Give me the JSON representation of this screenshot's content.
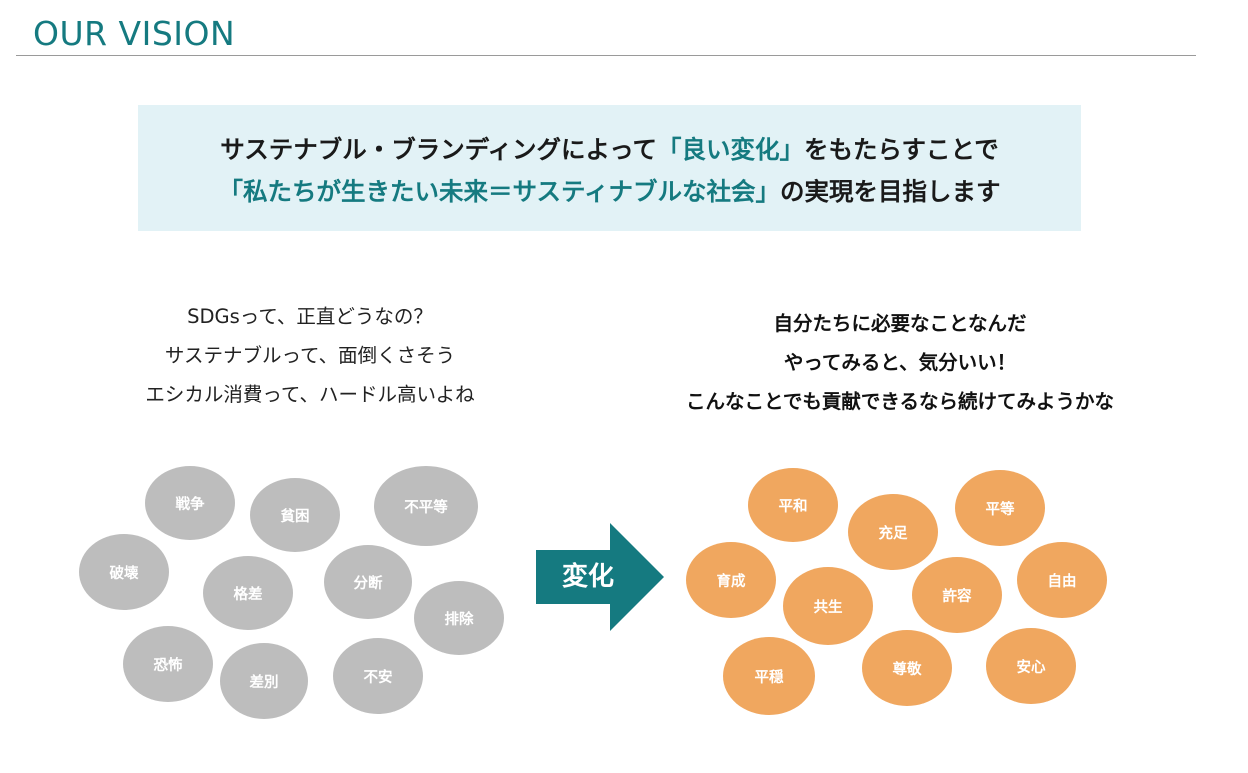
{
  "header": {
    "title": "OUR VISION"
  },
  "banner": {
    "line1_pre": "サステナブル・ブランディングによって",
    "line1_highlight": "「良い変化」",
    "line1_post": "をもたらすことで",
    "line2_highlight": "「私たちが生きたい未来＝サスティナブルな社会」",
    "line2_post": "の実現を目指します"
  },
  "left_quotes": [
    "SDGsって、正直どうなの？",
    "サステナブルって、面倒くさそう",
    "エシカル消費って、ハードル高いよね"
  ],
  "right_quotes": [
    "自分たちに必要なことなんだ",
    "やってみると、気分いい！",
    "こんなことでも貢献できるなら続けてみようかな"
  ],
  "arrow_label": "変化",
  "colors": {
    "accent": "#157a80",
    "banner_bg": "#e2f2f6",
    "negative_bubble": "#bdbdbd",
    "positive_bubble": "#f0a75f"
  },
  "negative_bubbles": [
    "戦争",
    "貧困",
    "不平等",
    "破壊",
    "格差",
    "分断",
    "排除",
    "恐怖",
    "差別",
    "不安"
  ],
  "positive_bubbles": [
    "平和",
    "充足",
    "平等",
    "育成",
    "共生",
    "許容",
    "自由",
    "平穏",
    "尊敬",
    "安心"
  ]
}
